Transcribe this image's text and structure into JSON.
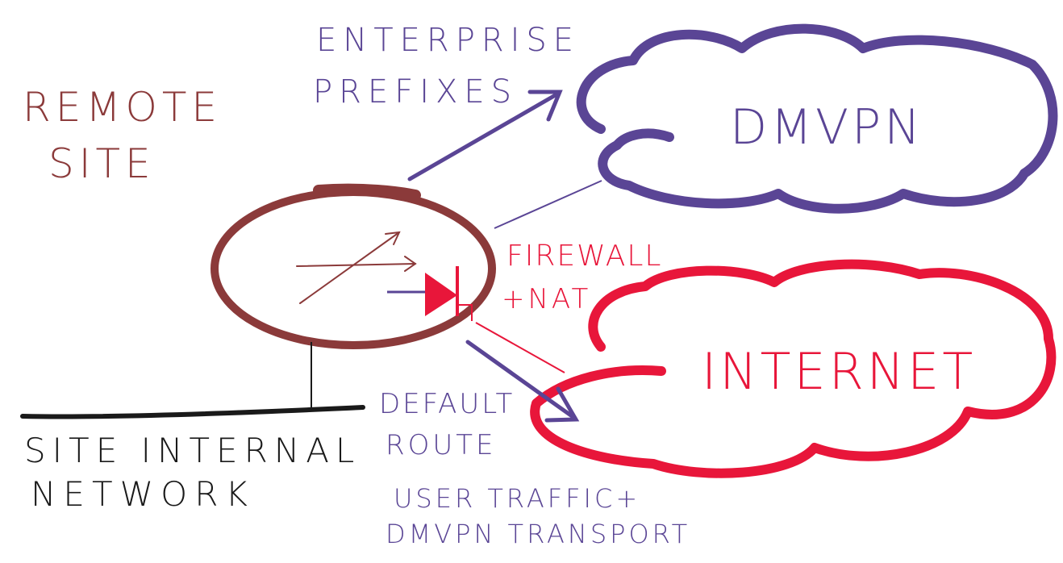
{
  "colors": {
    "remote": "#8b3a3a",
    "purple": "#5a4595",
    "red": "#e8163a",
    "black": "#1a1a1a"
  },
  "labels": {
    "remote_site_1": "REMOTE",
    "remote_site_2": "SITE",
    "enterprise_1": "ENTERPRISE",
    "enterprise_2": "PREFIXES",
    "dmvpn": "DMVPN",
    "firewall_1": "FIREWALL",
    "firewall_2": "+NAT",
    "internet": "INTERNET",
    "default_1": "DEFAULT",
    "default_2": "ROUTE",
    "site_network_1": "SITE INTERNAL",
    "site_network_2": "NETWORK",
    "user_traffic_1": "USER TRAFFIC+",
    "user_traffic_2": "DMVPN TRANSPORT"
  },
  "icons": [
    "router-icon",
    "firewall-icon",
    "dmvpn-cloud-icon",
    "internet-cloud-icon"
  ]
}
